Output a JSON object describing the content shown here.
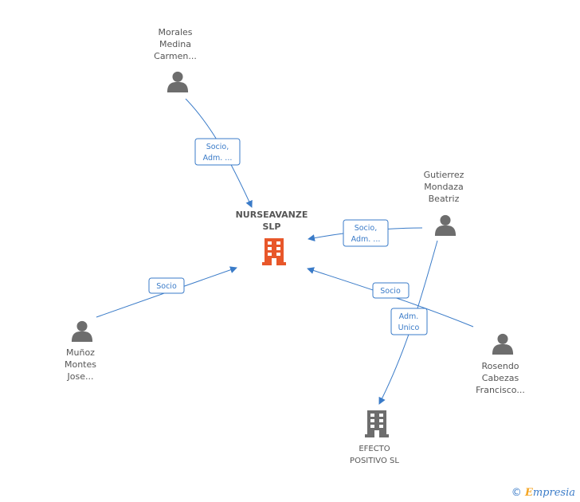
{
  "center": {
    "name_lines": [
      "NURSEAVANZE",
      "SLP"
    ],
    "color": "#e8572a"
  },
  "persons": [
    {
      "id": "morales",
      "lines": [
        "Morales",
        "Medina",
        "Carmen..."
      ]
    },
    {
      "id": "gutierrez",
      "lines": [
        "Gutierrez",
        "Mondaza",
        "Beatriz"
      ]
    },
    {
      "id": "munoz",
      "lines": [
        "Muñoz",
        "Montes",
        "Jose..."
      ]
    },
    {
      "id": "rosendo",
      "lines": [
        "Rosendo",
        "Cabezas",
        "Francisco..."
      ]
    }
  ],
  "companies": [
    {
      "id": "efecto",
      "lines": [
        "EFECTO",
        "POSITIVO SL"
      ]
    }
  ],
  "edges": [
    {
      "id": "morales-center",
      "label_lines": [
        "Socio,",
        "Adm. ..."
      ]
    },
    {
      "id": "gutierrez-center",
      "label_lines": [
        "Socio,",
        "Adm. ..."
      ]
    },
    {
      "id": "munoz-center",
      "label_lines": [
        "Socio"
      ]
    },
    {
      "id": "rosendo-center",
      "label_lines": [
        "Socio"
      ]
    },
    {
      "id": "gutierrez-efecto",
      "label_lines": [
        "Adm.",
        "Unico"
      ]
    }
  ],
  "colors": {
    "edge": "#3a7bc8",
    "person": "#6d6d6d",
    "company": "#6d6d6d"
  },
  "footer": {
    "copyright": "©",
    "brand_e": "E",
    "brand_rest": "mpresia"
  }
}
